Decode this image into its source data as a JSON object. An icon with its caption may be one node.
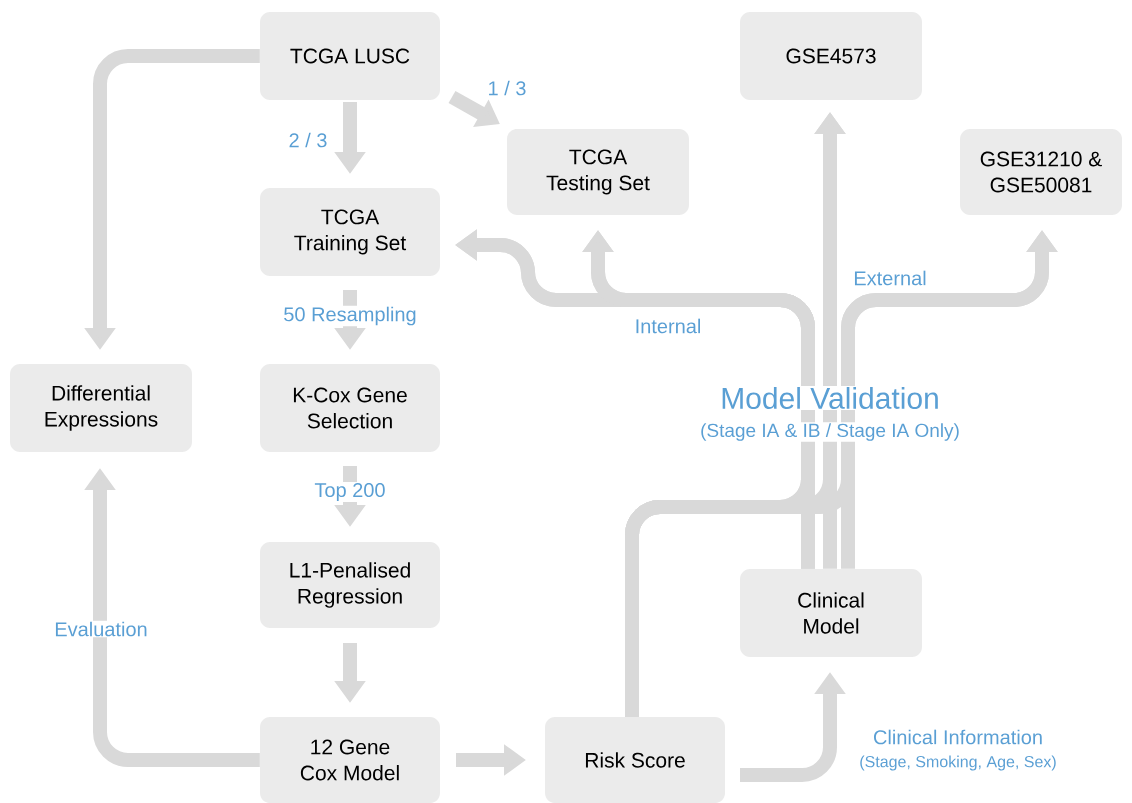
{
  "diagram": {
    "nodes": [
      {
        "text": [
          "TCGA LUSC"
        ]
      },
      {
        "text": [
          "TCGA Testing Set"
        ]
      },
      {
        "text": [
          "GSE4573"
        ]
      },
      {
        "text": [
          "GSE31210 & GSE50081"
        ]
      },
      {
        "text": [
          "TCGA Training Set"
        ]
      },
      {
        "text": [
          "Differential Expressions"
        ]
      },
      {
        "text": [
          "K-Cox Gene Selection"
        ]
      },
      {
        "text": [
          "L1-Penalised Regression"
        ]
      },
      {
        "text": [
          "Clinical Model"
        ]
      },
      {
        "text": [
          "12 Gene Cox Model"
        ]
      },
      {
        "text": [
          "Risk Score"
        ]
      }
    ],
    "edges": [
      {
        "from": 0,
        "to": 4,
        "arrow": "to",
        "label": "2 / 3"
      },
      {
        "from": 0,
        "to": 1,
        "arrow": "to",
        "label": "1 / 3"
      },
      {
        "from": 0,
        "to": 5,
        "arrow": "to"
      },
      {
        "from": 4,
        "to": 6,
        "arrow": "to",
        "label": "50 Resampling"
      },
      {
        "from": 6,
        "to": 7,
        "arrow": "to",
        "label": "Top 200"
      },
      {
        "from": 7,
        "to": 9,
        "arrow": "to"
      },
      {
        "from": 9,
        "to": 5,
        "arrow": "to",
        "label": "Evaluation"
      },
      {
        "from": 9,
        "to": 10,
        "arrow": "to"
      },
      {
        "from": 10,
        "to": 8,
        "arrow": "to",
        "label": "Clinical Information"
      },
      {
        "from": 10,
        "to": 4,
        "arrow": "to"
      },
      {
        "from": 10,
        "to": 1,
        "arrow": "to",
        "label": "Internal"
      },
      {
        "from": 10,
        "to": 2,
        "arrow": "to"
      },
      {
        "from": 10,
        "to": 3,
        "arrow": "to",
        "label": "External"
      },
      {
        "from": 8,
        "to": 4,
        "arrow": "to"
      },
      {
        "from": 8,
        "to": 1,
        "arrow": "to"
      },
      {
        "from": 8,
        "to": 2,
        "arrow": "to"
      },
      {
        "from": 8,
        "to": 3,
        "arrow": "to"
      }
    ],
    "labels": [
      "Model Validation",
      "(Stage IA & IB / Stage IA Only)",
      "(Stage, Smoking, Age, Sex)"
    ]
  }
}
